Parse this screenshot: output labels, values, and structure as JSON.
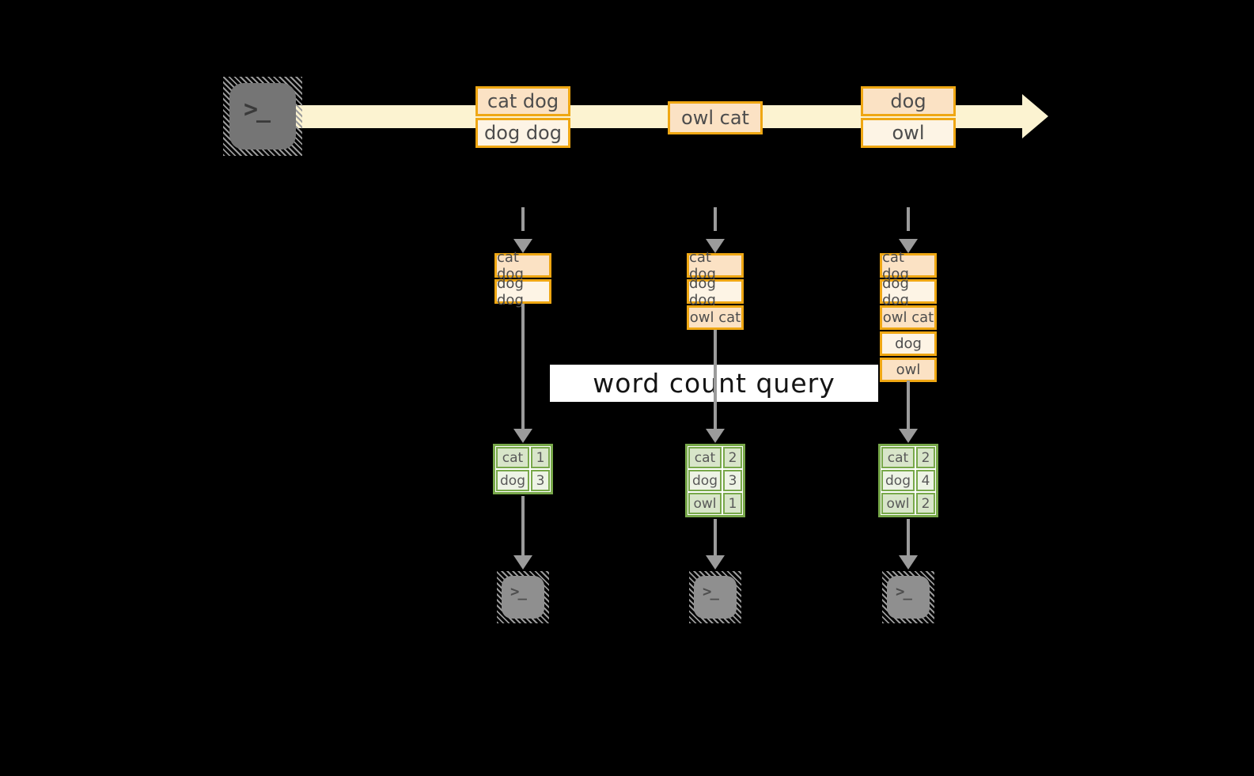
{
  "query_label": "word count query",
  "terminal_glyph": ">_",
  "colors": {
    "orange_border": "#efa713",
    "peach_fill": "#fbe2c4",
    "cream_fill": "#fdf4e5",
    "band_fill": "#fcf3d1",
    "green_border": "#78a84a",
    "green_dark": "#d8e5c9",
    "green_light": "#edf3e5",
    "arrow_gray": "#9b9b9b",
    "term_big_fill": "#757575",
    "term_small_fill": "#8f8f8f"
  },
  "stream": {
    "events": [
      {
        "lines": [
          "cat dog",
          "dog dog"
        ]
      },
      {
        "lines": [
          "owl cat"
        ]
      },
      {
        "lines": [
          "dog",
          "owl"
        ]
      }
    ]
  },
  "columns": [
    {
      "buffer": [
        "cat dog",
        "dog dog"
      ],
      "counts": [
        [
          "cat",
          "1"
        ],
        [
          "dog",
          "3"
        ]
      ]
    },
    {
      "buffer": [
        "cat dog",
        "dog dog",
        "owl cat"
      ],
      "counts": [
        [
          "cat",
          "2"
        ],
        [
          "dog",
          "3"
        ],
        [
          "owl",
          "1"
        ]
      ]
    },
    {
      "buffer": [
        "cat dog",
        "dog dog",
        "owl cat",
        "dog",
        "owl"
      ],
      "counts": [
        [
          "cat",
          "2"
        ],
        [
          "dog",
          "4"
        ],
        [
          "owl",
          "2"
        ]
      ]
    }
  ]
}
